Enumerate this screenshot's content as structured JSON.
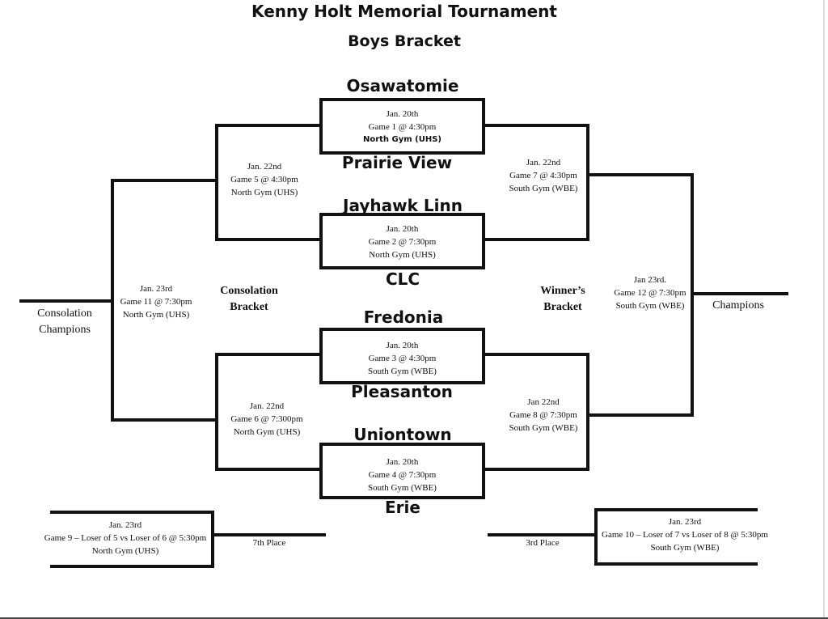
{
  "header": {
    "title": "Kenny Holt Memorial Tournament",
    "subtitle": "Boys Bracket"
  },
  "teams": [
    "Osawatomie",
    "Prairie View",
    "Jayhawk Linn",
    "CLC",
    "Fredonia",
    "Pleasanton",
    "Uniontown",
    "Erie"
  ],
  "games": {
    "g1": {
      "date": "Jan. 20th",
      "game": "Game 1  @ 4:30pm",
      "venue": "North Gym (UHS)"
    },
    "g2": {
      "date": "Jan. 20th",
      "game": "Game 2  @  7:30pm",
      "venue": "North Gym (UHS)"
    },
    "g3": {
      "date": "Jan. 20th",
      "game": "Game 3  @  4:30pm",
      "venue": "South Gym (WBE)"
    },
    "g4": {
      "date": "Jan. 20th",
      "game": "Game 4  @ 7:30pm",
      "venue": "South Gym (WBE)"
    },
    "g5": {
      "date": "Jan. 22nd",
      "game": "Game 5 @ 4:30pm",
      "venue": "North Gym (UHS)"
    },
    "g6": {
      "date": "Jan. 22nd",
      "game": "Game 6 @ 7:300pm",
      "venue": "North Gym (UHS)"
    },
    "g7": {
      "date": "Jan. 22nd",
      "game": "Game 7  @ 4:30pm",
      "venue": "South Gym (WBE)"
    },
    "g8": {
      "date": "Jan 22nd",
      "game": "Game 8 @ 7:30pm",
      "venue": "South Gym (WBE)"
    },
    "g9": {
      "date": "Jan. 23rd",
      "game": "Game 9 – Loser of 5 vs Loser of 6 @ 5:30pm",
      "venue": "North Gym (UHS)"
    },
    "g10": {
      "date": "Jan. 23rd",
      "game": "Game 10 – Loser of 7 vs Loser of 8 @ 5:30pm",
      "venue": "South Gym (WBE)"
    },
    "g11": {
      "date": "Jan. 23rd",
      "game": "Game 11  @ 7:30pm",
      "venue": "North Gym (UHS)"
    },
    "g12": {
      "date": "Jan 23rd.",
      "game": "Game 12  @ 7:30pm",
      "venue": "South Gym (WBE)"
    }
  },
  "labels": {
    "consolation_bracket": [
      "Consolation",
      "Bracket"
    ],
    "winners_bracket": [
      "Winner’s",
      "Bracket"
    ],
    "consolation_champions": [
      "Consolation",
      "Champions"
    ],
    "champions": "Champions",
    "seventh_place": "7th Place",
    "third_place": "3rd Place"
  },
  "colors": {
    "line": "#111111",
    "text": "#111111",
    "background": "#ffffff"
  }
}
